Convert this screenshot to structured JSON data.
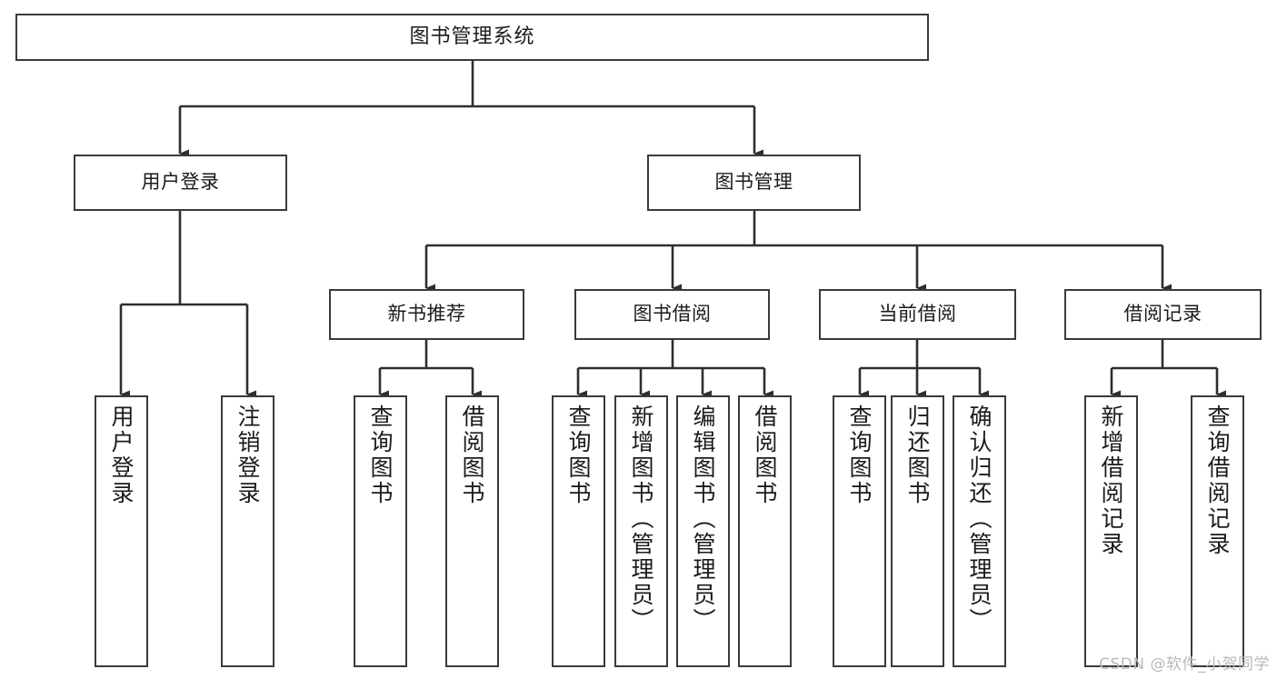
{
  "diagram": {
    "title": "图书管理系统",
    "type": "tree",
    "watermark": "CSDN @软件_小贺同学",
    "colors": {
      "stroke": "#3a3a3a",
      "fill": "#ffffff",
      "text": "#1b1b1b",
      "watermark": "#b9b9b9"
    },
    "nodes": {
      "root": {
        "label": "图书管理系统"
      },
      "level1": [
        {
          "label": "用户登录"
        },
        {
          "label": "图书管理"
        }
      ],
      "level2": [
        {
          "label": "新书推荐"
        },
        {
          "label": "图书借阅"
        },
        {
          "label": "当前借阅"
        },
        {
          "label": "借阅记录"
        }
      ],
      "leaves": {
        "user_login": [
          {
            "label": "用户登录"
          },
          {
            "label": "注销登录"
          }
        ],
        "new_book_recommend": [
          {
            "label": "查询图书"
          },
          {
            "label": "借阅图书"
          }
        ],
        "book_borrow": [
          {
            "label": "查询图书"
          },
          {
            "label": "新增图书（管理员）"
          },
          {
            "label": "编辑图书（管理员）"
          },
          {
            "label": "借阅图书"
          }
        ],
        "current_borrow": [
          {
            "label": "查询图书"
          },
          {
            "label": "归还图书"
          },
          {
            "label": "确认归还（管理员）"
          }
        ],
        "borrow_record": [
          {
            "label": "新增借阅记录"
          },
          {
            "label": "查询借阅记录"
          }
        ]
      }
    }
  }
}
